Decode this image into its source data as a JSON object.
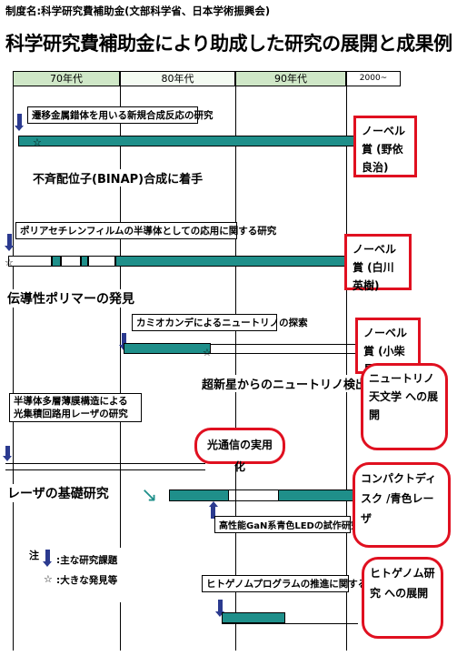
{
  "subtitle": "制度名:科学研究費補助金(文部科学省、日本学術振興会)",
  "title": "科学研究費補助金により助成した研究の展開と成果例",
  "decades": [
    "70年代",
    "80年代",
    "90年代",
    "2000~"
  ],
  "rows": [
    {
      "topic": "遷移金属錯体を用いる新規合成反応の研究",
      "discovery": "不斉配位子(BINAP)合成に着手",
      "result": "ノーベル賞 (野依良治)"
    },
    {
      "topic": "ポリアセチレンフィルムの半導体としての応用に関する研究",
      "discovery": "伝導性ポリマーの発見",
      "result": "ノーベル賞 (白川英樹)"
    },
    {
      "topic": "カミオカンデによるニュートリノの探索",
      "discovery": "超新星からのニュートリノ検出",
      "result": "ノーベル賞 (小柴昌俊)",
      "result2": "ニュートリノ天文学 への展開"
    },
    {
      "topic": "半導体多層薄膜構造による光集積回路用レーザの研究",
      "discovery": "レーザの基礎研究",
      "result": "光通信の実用化",
      "result2": "コンパクトディスク /青色レーザ",
      "subtopic": "高性能GaN系青色LEDの試作研究"
    },
    {
      "topic": "ヒトゲノムプログラムの推進に関する研究",
      "result": "ヒトゲノム研究 への展開"
    }
  ],
  "legend": {
    "note": "注",
    "marker_text": ":主な研究課題",
    "star_text": ":大きな発見等"
  }
}
